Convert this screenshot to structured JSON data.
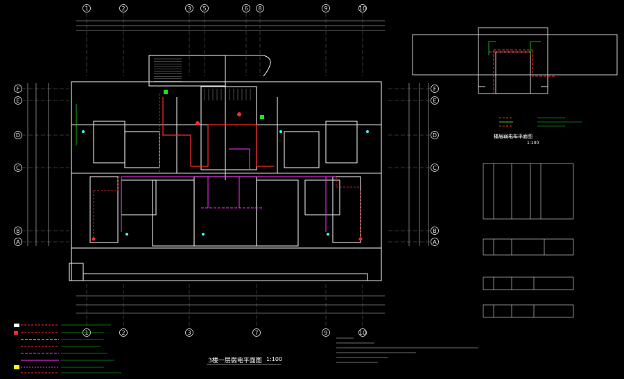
{
  "drawing": {
    "title": "3楼一层弱电平面图",
    "scale": "1:100"
  },
  "side_plan": {
    "title": "楼层弱电布平面图",
    "scale": "1:100"
  },
  "axes": {
    "top": [
      "1",
      "2",
      "3",
      "5",
      "6",
      "8",
      "9",
      "10"
    ],
    "bottom": [
      "1",
      "2",
      "3",
      "7",
      "9",
      "10"
    ],
    "left": [
      "F",
      "E",
      "D",
      "C",
      "B",
      "A"
    ],
    "right": [
      "F",
      "E",
      "D",
      "C",
      "B",
      "A"
    ]
  },
  "colors": {
    "background": "#000000",
    "wall": "#ffffff",
    "red_line": "#ff2a2a",
    "magenta_line": "#ff33ff",
    "green": "#22dd22",
    "cyan": "#33ffff",
    "yellow": "#ffee22"
  },
  "icons": [
    "north-arrow-icon",
    "socket-icon",
    "junction-box-icon"
  ]
}
